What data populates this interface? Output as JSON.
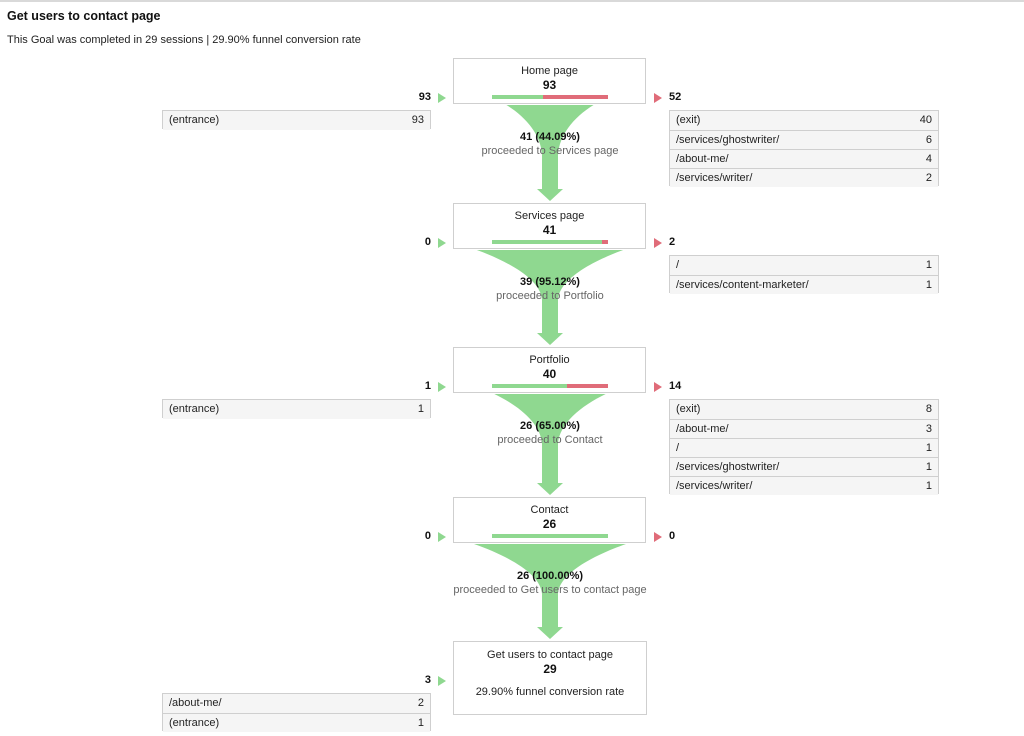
{
  "header": {
    "title": "Get users to contact page",
    "summary": "This Goal was completed in 29 sessions | 29.90% funnel conversion rate"
  },
  "colors": {
    "proceed": "#8fd890",
    "exit": "#e06c79",
    "border": "#cfcfcf"
  },
  "icons": {
    "entrance_arrow": "green-triangle-right-icon",
    "exit_arrow": "red-triangle-right-icon"
  },
  "stages": [
    {
      "name": "Home page",
      "count": "93",
      "proceed_fraction": 0.4409,
      "entrances": "93",
      "exits": "52",
      "entrance_rows": [
        {
          "label": "(entrance)",
          "value": "93"
        }
      ],
      "exit_rows": [
        {
          "label": "(exit)",
          "value": "40"
        },
        {
          "label": "/services/ghostwriter/",
          "value": "6"
        },
        {
          "label": "/about-me/",
          "value": "4"
        },
        {
          "label": "/services/writer/",
          "value": "2"
        }
      ],
      "proceeded_count": "41 (44.09%)",
      "proceeded_label": "proceeded to Services page"
    },
    {
      "name": "Services page",
      "count": "41",
      "proceed_fraction": 0.9512,
      "entrances": "0",
      "exits": "2",
      "entrance_rows": [],
      "exit_rows": [
        {
          "label": "/",
          "value": "1"
        },
        {
          "label": "/services/content-marketer/",
          "value": "1"
        }
      ],
      "proceeded_count": "39 (95.12%)",
      "proceeded_label": "proceeded to Portfolio"
    },
    {
      "name": "Portfolio",
      "count": "40",
      "proceed_fraction": 0.65,
      "entrances": "1",
      "exits": "14",
      "entrance_rows": [
        {
          "label": "(entrance)",
          "value": "1"
        }
      ],
      "exit_rows": [
        {
          "label": "(exit)",
          "value": "8"
        },
        {
          "label": "/about-me/",
          "value": "3"
        },
        {
          "label": "/",
          "value": "1"
        },
        {
          "label": "/services/ghostwriter/",
          "value": "1"
        },
        {
          "label": "/services/writer/",
          "value": "1"
        }
      ],
      "proceeded_count": "26 (65.00%)",
      "proceeded_label": "proceeded to Contact"
    },
    {
      "name": "Contact",
      "count": "26",
      "proceed_fraction": 1.0,
      "entrances": "0",
      "exits": "0",
      "entrance_rows": [],
      "exit_rows": [],
      "proceeded_count": "26 (100.00%)",
      "proceeded_label": "proceeded to Get users to contact page"
    }
  ],
  "goal": {
    "name": "Get users to contact page",
    "count": "29",
    "conversion_rate": "29.90% funnel conversion rate",
    "entrances": "3",
    "entrance_rows": [
      {
        "label": "/about-me/",
        "value": "2"
      },
      {
        "label": "(entrance)",
        "value": "1"
      }
    ]
  }
}
